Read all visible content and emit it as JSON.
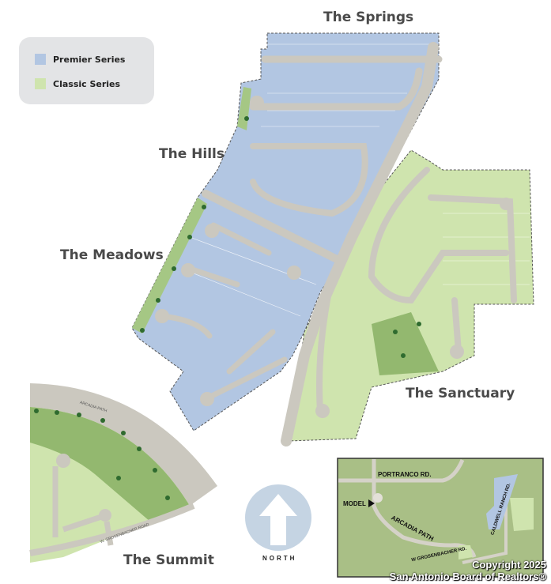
{
  "titles": {
    "springs": "The Springs",
    "hills": "The Hills",
    "meadows": "The Meadows",
    "sanctuary": "The Sanctuary",
    "summit": "The Summit"
  },
  "legend": {
    "items": [
      {
        "label": "Premier Series",
        "color": "#b2c6e2"
      },
      {
        "label": "Classic Series",
        "color": "#cfe4ae"
      }
    ]
  },
  "streets": {
    "arcadia": "ARCADIA PATH",
    "grosenbacher": "W. GROSENBACHER ROAD"
  },
  "compass": {
    "label": "NORTH"
  },
  "inset": {
    "portranco": "PORTRANCO RD.",
    "model": "MODEL",
    "arcadia": "ARCADIA PATH",
    "caldwell": "CALDWELL RANCH RD.",
    "grosenbacher": "W GROSENBACHER RD."
  },
  "copyright": {
    "line1": "Copyright 2025",
    "line2": "San Antonio Board of Realtors®"
  },
  "colors": {
    "premier": "#b2c6e2",
    "classic": "#cfe4ae",
    "park": "#93b86f",
    "road": "#cbc8bf",
    "inset_bg": "#a9bf86"
  }
}
